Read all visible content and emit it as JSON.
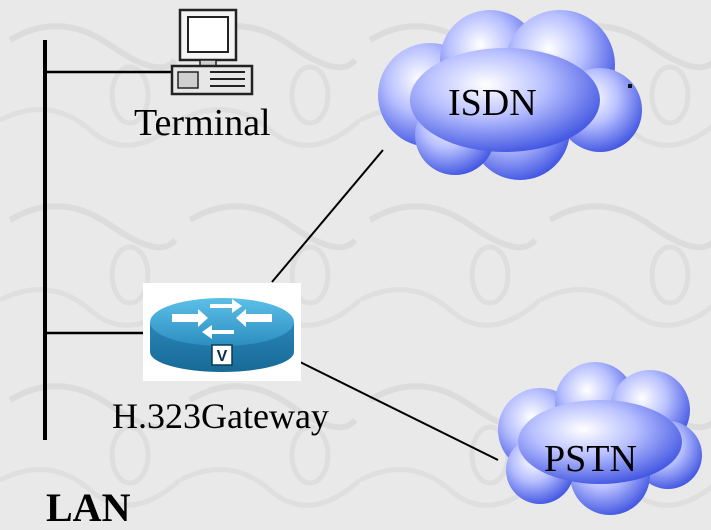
{
  "diagram": {
    "labels": {
      "terminal": "Terminal",
      "isdn": "ISDN",
      "gateway": "H.323Gateway",
      "pstn": "PSTN",
      "lan": "LAN",
      "router_badge": "V"
    },
    "icons": {
      "terminal": "computer-terminal-icon",
      "router": "voice-router-icon",
      "cloud": "cloud-network-icon"
    },
    "colors": {
      "background": "#e9e9e9",
      "cloud_blue": "#4a5fe6",
      "router_blue": "#2f8fbd",
      "line": "#000000"
    }
  }
}
